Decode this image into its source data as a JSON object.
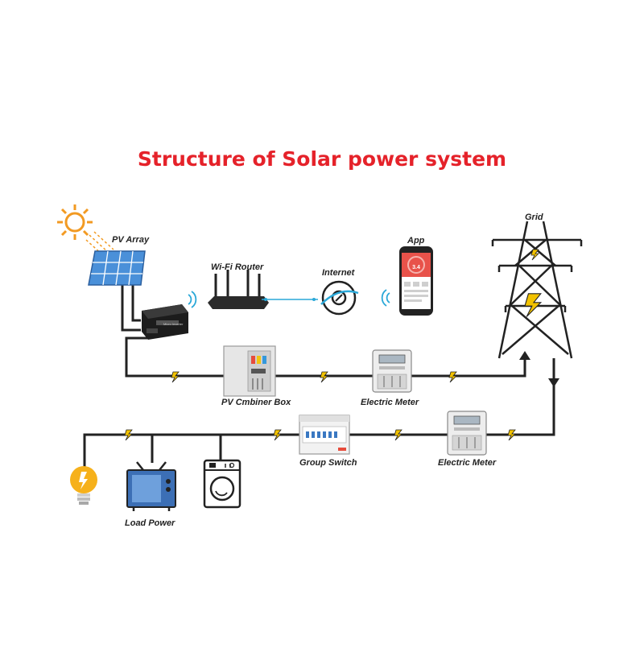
{
  "title": "Structure of Solar power system",
  "labels": {
    "pv_array": "PV Array",
    "wifi_router": "Wi-Fi Router",
    "internet": "Internet",
    "app": "App",
    "grid": "Grid",
    "pv_combiner_box": "PV Cmbiner Box",
    "electric_meter_top": "Electric Meter",
    "group_switch": "Group Switch",
    "electric_meter_bottom": "Electric Meter",
    "load_power": "Load Power"
  },
  "device_text": {
    "phone_reading": "3.4",
    "inverter_badge": "Micro Inverter"
  },
  "colors": {
    "title": "#e5222a",
    "wire": "#222222",
    "bolt": "#f2c200",
    "panel": "#4a90d9",
    "bulb": "#f6b11b",
    "tv": "#3c6fb5",
    "network_link": "#2aa8d8",
    "sun": "#f29a22"
  },
  "icons": [
    "sun-icon",
    "solar-panel-icon",
    "micro-inverter-icon",
    "wifi-signal-icon",
    "router-icon",
    "internet-globe-icon",
    "smartphone-icon",
    "transmission-tower-icon",
    "combiner-box-icon",
    "electric-meter-icon",
    "group-switch-icon",
    "light-bulb-icon",
    "tv-icon",
    "washing-machine-icon",
    "lightning-bolt-icon",
    "arrow-icon"
  ]
}
